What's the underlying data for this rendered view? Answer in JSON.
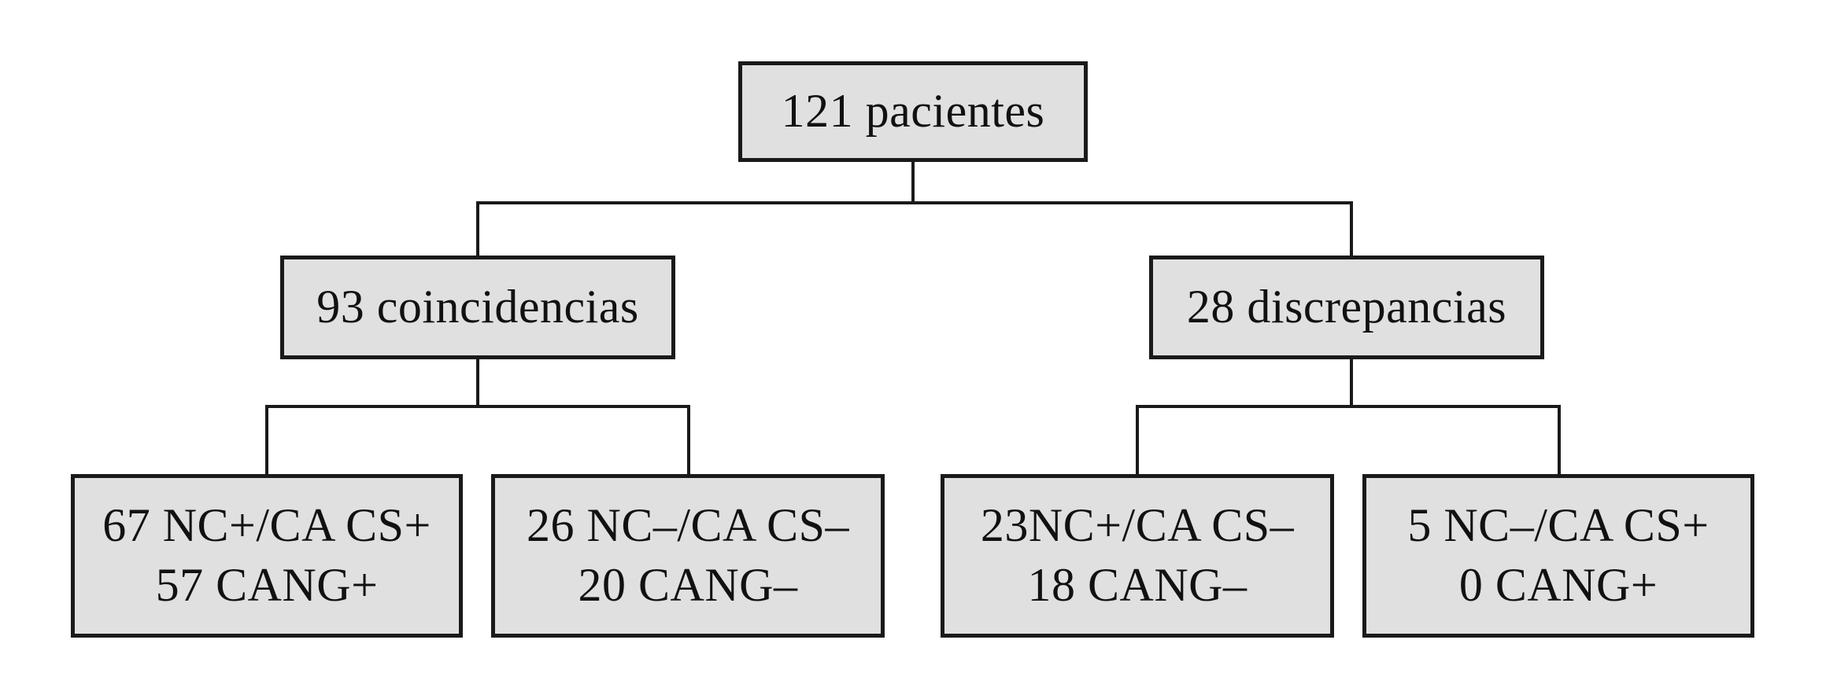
{
  "diagram": {
    "type": "flowchart",
    "language": "es",
    "colors": {
      "background": "#ffffff",
      "box_fill": "#e0e0e0",
      "box_border": "#1a1a1a",
      "line": "#1a1a1a",
      "text": "#111111"
    },
    "root": {
      "label": "121 pacientes"
    },
    "level2": [
      {
        "label": "93 coincidencias"
      },
      {
        "label": "28 discrepancias"
      }
    ],
    "level3": [
      {
        "line1": "67 NC+/CA CS+",
        "line2": "57 CANG+",
        "parent": "93 coincidencias"
      },
      {
        "line1": "26 NC–/CA CS–",
        "line2": "20 CANG–",
        "parent": "93 coincidencias"
      },
      {
        "line1": "23NC+/CA CS–",
        "line2": "18 CANG–",
        "parent": "28 discrepancias"
      },
      {
        "line1": "5 NC–/CA CS+",
        "line2": "0 CANG+",
        "parent": "28 discrepancias"
      }
    ]
  }
}
